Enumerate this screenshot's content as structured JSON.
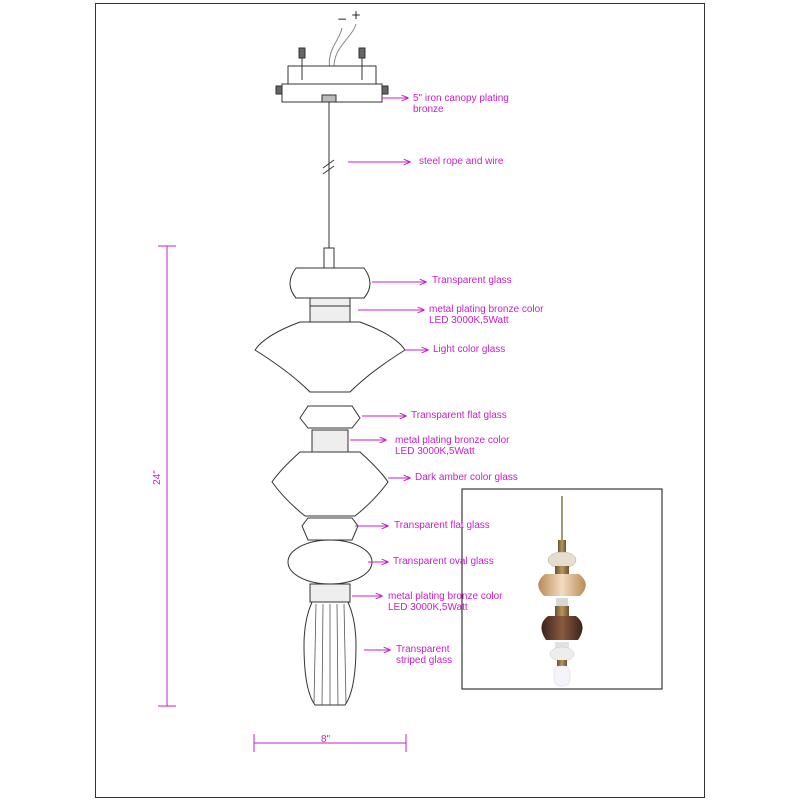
{
  "drawing": {
    "polarity": {
      "minus": "−",
      "plus": "+"
    },
    "callouts": [
      {
        "id": "canopy",
        "text": "5\" iron canopy plating\nbronze"
      },
      {
        "id": "rope",
        "text": "steel rope and wire"
      },
      {
        "id": "glass-1",
        "text": "Transparent glass"
      },
      {
        "id": "metal-1",
        "text": "metal plating bronze color\nLED 3000K,5Watt"
      },
      {
        "id": "glass-2",
        "text": "Light color glass"
      },
      {
        "id": "glass-3",
        "text": "Transparent flat glass"
      },
      {
        "id": "metal-2",
        "text": "metal plating bronze color\nLED 3000K,5Watt"
      },
      {
        "id": "glass-4",
        "text": "Dark amber color glass"
      },
      {
        "id": "glass-5",
        "text": "Transparent flat glass"
      },
      {
        "id": "glass-6",
        "text": "Transparent oval glass"
      },
      {
        "id": "metal-3",
        "text": "metal plating bronze color\nLED 3000K,5Watt"
      },
      {
        "id": "glass-7",
        "text": "Transparent\nstriped glass"
      }
    ],
    "dimensions": {
      "height": "24\"",
      "width": "8\""
    },
    "colors": {
      "annotation": "#c81ec8",
      "line": "#333333",
      "frame": "#333333"
    }
  }
}
